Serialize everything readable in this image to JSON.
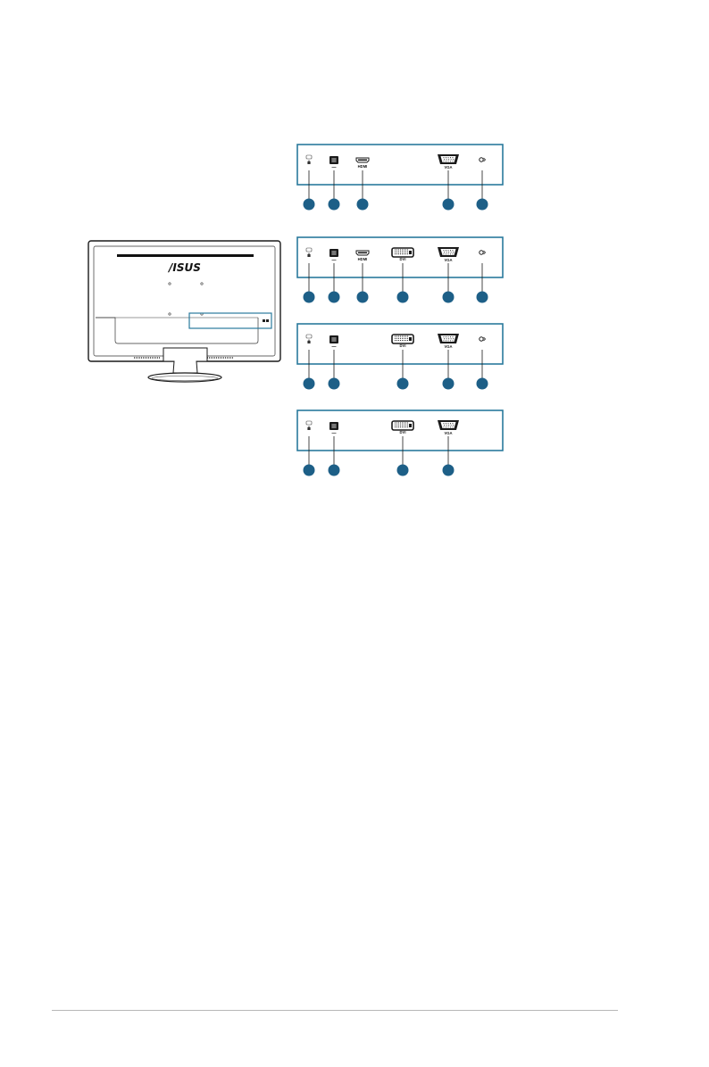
{
  "monitor": {
    "logo_text": "/ISUS"
  },
  "port_labels": {
    "hdmi": "HDMI",
    "dvi": "DVI",
    "vga": "VGA"
  },
  "panels": [
    {
      "name": "panel-1",
      "ports": [
        "lock",
        "power",
        "hdmi",
        "vga",
        "audio"
      ]
    },
    {
      "name": "panel-2",
      "ports": [
        "lock",
        "power",
        "hdmi",
        "dvi",
        "vga",
        "audio"
      ]
    },
    {
      "name": "panel-3",
      "ports": [
        "lock",
        "power",
        "dvi",
        "vga",
        "audio"
      ]
    },
    {
      "name": "panel-4",
      "ports": [
        "lock",
        "power",
        "dvi",
        "vga"
      ]
    }
  ],
  "colors": {
    "panel_border": "#2a7a9c",
    "callout": "#1d5f87",
    "outline": "#1a1a1a"
  }
}
